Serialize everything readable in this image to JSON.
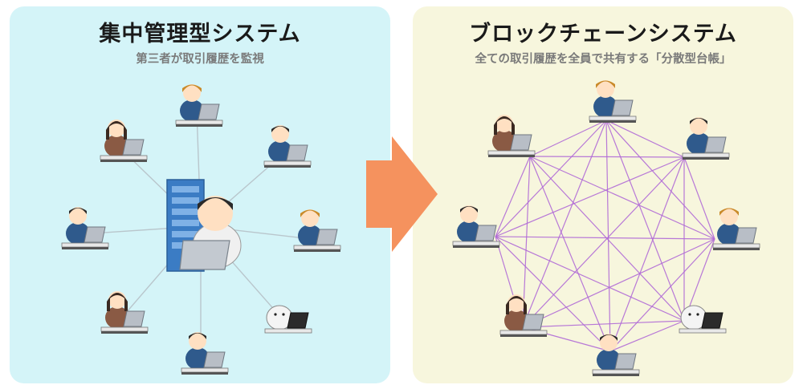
{
  "left_panel": {
    "title": "集中管理型システム",
    "subtitle": "第三者が取引履歴を監視"
  },
  "right_panel": {
    "title": "ブロックチェーンシステム",
    "subtitle": "全ての取引履歴を全員で共有する「分散型台帳」"
  },
  "colors": {
    "left_bg": "#d4f4f8",
    "right_bg": "#f7f6dd",
    "arrow": "#f5925e",
    "peer_links": "#b06ad6",
    "central_links": "#b9c6cc"
  }
}
